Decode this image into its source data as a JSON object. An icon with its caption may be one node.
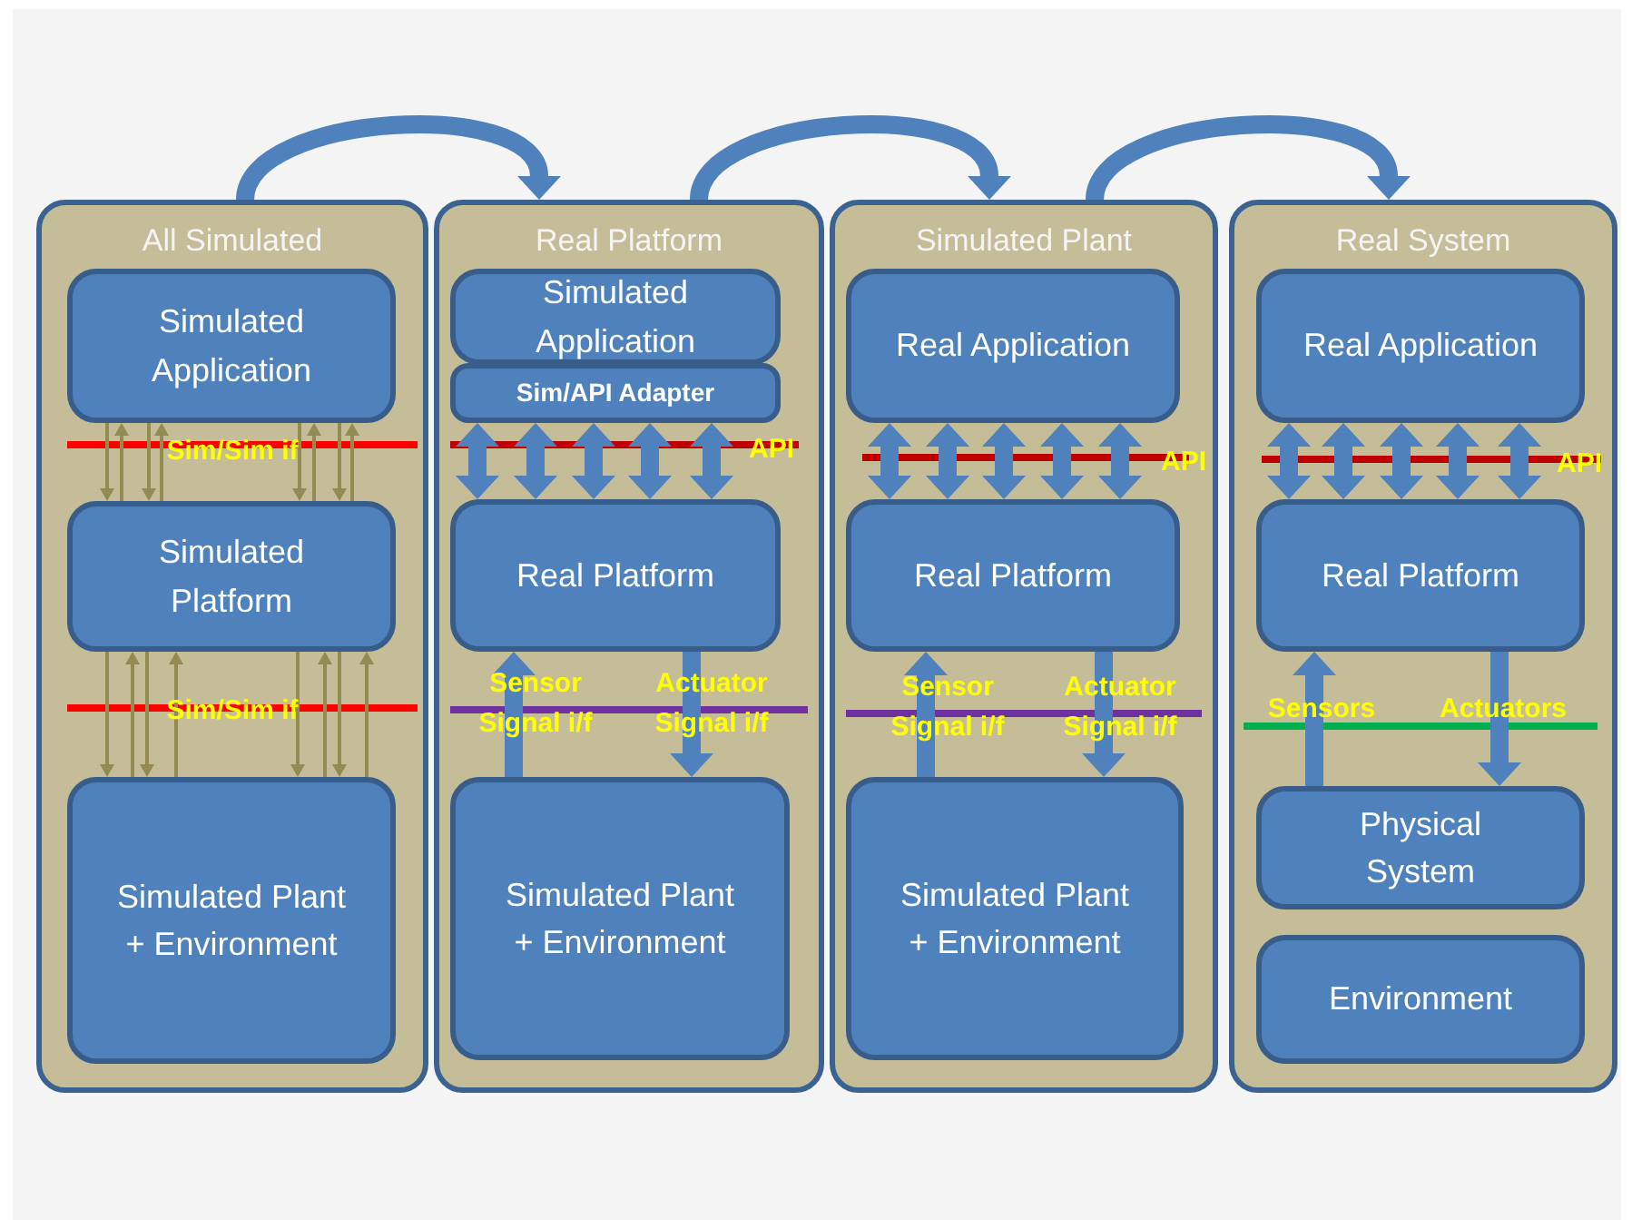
{
  "diagram": {
    "nodes": [
      {
        "text": [
          "All Simulated"
        ]
      },
      {
        "text": [
          "Simulated Application"
        ],
        "in": 0
      },
      {
        "text": [
          "Simulated Platform"
        ],
        "in": 0
      },
      {
        "text": [
          "Simulated Plant + Environment"
        ],
        "in": 0
      },
      {
        "text": [
          "Real Platform"
        ]
      },
      {
        "text": [
          "Simulated Application"
        ],
        "in": 4
      },
      {
        "text": [
          "Sim/API Adapter"
        ],
        "in": 4
      },
      {
        "text": [
          "Real Platform"
        ],
        "in": 4
      },
      {
        "text": [
          "Simulated Plant + Environment"
        ],
        "in": 4
      },
      {
        "text": [
          "Simulated Plant"
        ]
      },
      {
        "text": [
          "Real Application"
        ],
        "in": 9
      },
      {
        "text": [
          "Real Platform"
        ],
        "in": 9
      },
      {
        "text": [
          "Simulated Plant + Environment"
        ],
        "in": 9
      },
      {
        "text": [
          "Real System"
        ]
      },
      {
        "text": [
          "Real Application"
        ],
        "in": 13
      },
      {
        "text": [
          "Real Platform"
        ],
        "in": 13
      },
      {
        "text": [
          "Physical System"
        ],
        "in": 13
      },
      {
        "text": [
          "Environment"
        ],
        "in": 13
      }
    ],
    "edges": [
      {
        "from": 0,
        "to": 4,
        "arrow": "to"
      },
      {
        "from": 4,
        "to": 9,
        "arrow": "to"
      },
      {
        "from": 9,
        "to": 13,
        "arrow": "to"
      },
      {
        "from": 1,
        "to": 2,
        "arrow": "to",
        "color": "#948a54"
      },
      {
        "from": 2,
        "to": 1,
        "arrow": "to",
        "color": "#948a54"
      },
      {
        "from": 1,
        "to": 2,
        "arrow": "to",
        "color": "#948a54"
      },
      {
        "from": 2,
        "to": 1,
        "arrow": "to",
        "color": "#948a54"
      },
      {
        "from": 1,
        "to": 2,
        "arrow": "to",
        "color": "#948a54"
      },
      {
        "from": 2,
        "to": 1,
        "arrow": "to",
        "color": "#948a54"
      },
      {
        "from": 1,
        "to": 2,
        "arrow": "to",
        "color": "#948a54"
      },
      {
        "from": 2,
        "to": 1,
        "arrow": "to",
        "color": "#948a54"
      },
      {
        "from": 2,
        "to": 3,
        "arrow": "to",
        "color": "#948a54"
      },
      {
        "from": 3,
        "to": 2,
        "arrow": "to",
        "color": "#948a54"
      },
      {
        "from": 2,
        "to": 3,
        "arrow": "to",
        "color": "#948a54"
      },
      {
        "from": 3,
        "to": 2,
        "arrow": "to",
        "color": "#948a54"
      },
      {
        "from": 2,
        "to": 3,
        "arrow": "to",
        "color": "#948a54"
      },
      {
        "from": 3,
        "to": 2,
        "arrow": "to",
        "color": "#948a54"
      },
      {
        "from": 2,
        "to": 3,
        "arrow": "to",
        "color": "#948a54"
      },
      {
        "from": 3,
        "to": 2,
        "arrow": "to",
        "color": "#948a54"
      },
      {
        "from": 6,
        "to": 7,
        "arrow": "both"
      },
      {
        "from": 6,
        "to": 7,
        "arrow": "both"
      },
      {
        "from": 6,
        "to": 7,
        "arrow": "both"
      },
      {
        "from": 6,
        "to": 7,
        "arrow": "both"
      },
      {
        "from": 6,
        "to": 7,
        "arrow": "both"
      },
      {
        "from": 8,
        "to": 7,
        "arrow": "to"
      },
      {
        "from": 7,
        "to": 8,
        "arrow": "to"
      },
      {
        "from": 10,
        "to": 11,
        "arrow": "both"
      },
      {
        "from": 10,
        "to": 11,
        "arrow": "both"
      },
      {
        "from": 10,
        "to": 11,
        "arrow": "both"
      },
      {
        "from": 10,
        "to": 11,
        "arrow": "both"
      },
      {
        "from": 10,
        "to": 11,
        "arrow": "both"
      },
      {
        "from": 12,
        "to": 11,
        "arrow": "to"
      },
      {
        "from": 11,
        "to": 12,
        "arrow": "to"
      },
      {
        "from": 14,
        "to": 15,
        "arrow": "both"
      },
      {
        "from": 14,
        "to": 15,
        "arrow": "both"
      },
      {
        "from": 14,
        "to": 15,
        "arrow": "both"
      },
      {
        "from": 14,
        "to": 15,
        "arrow": "both"
      },
      {
        "from": 14,
        "to": 15,
        "arrow": "both"
      },
      {
        "from": 16,
        "to": 15,
        "arrow": "to"
      },
      {
        "from": 15,
        "to": 16,
        "arrow": "to"
      }
    ],
    "labels": [
      "Sim/Sim if",
      "Sim/Sim if",
      "API",
      "Sensor Signal i/f",
      "Actuator Signal i/f",
      "API",
      "Sensor Signal i/f",
      "Actuator Signal i/f",
      "API",
      "Sensors",
      "Actuators"
    ]
  }
}
